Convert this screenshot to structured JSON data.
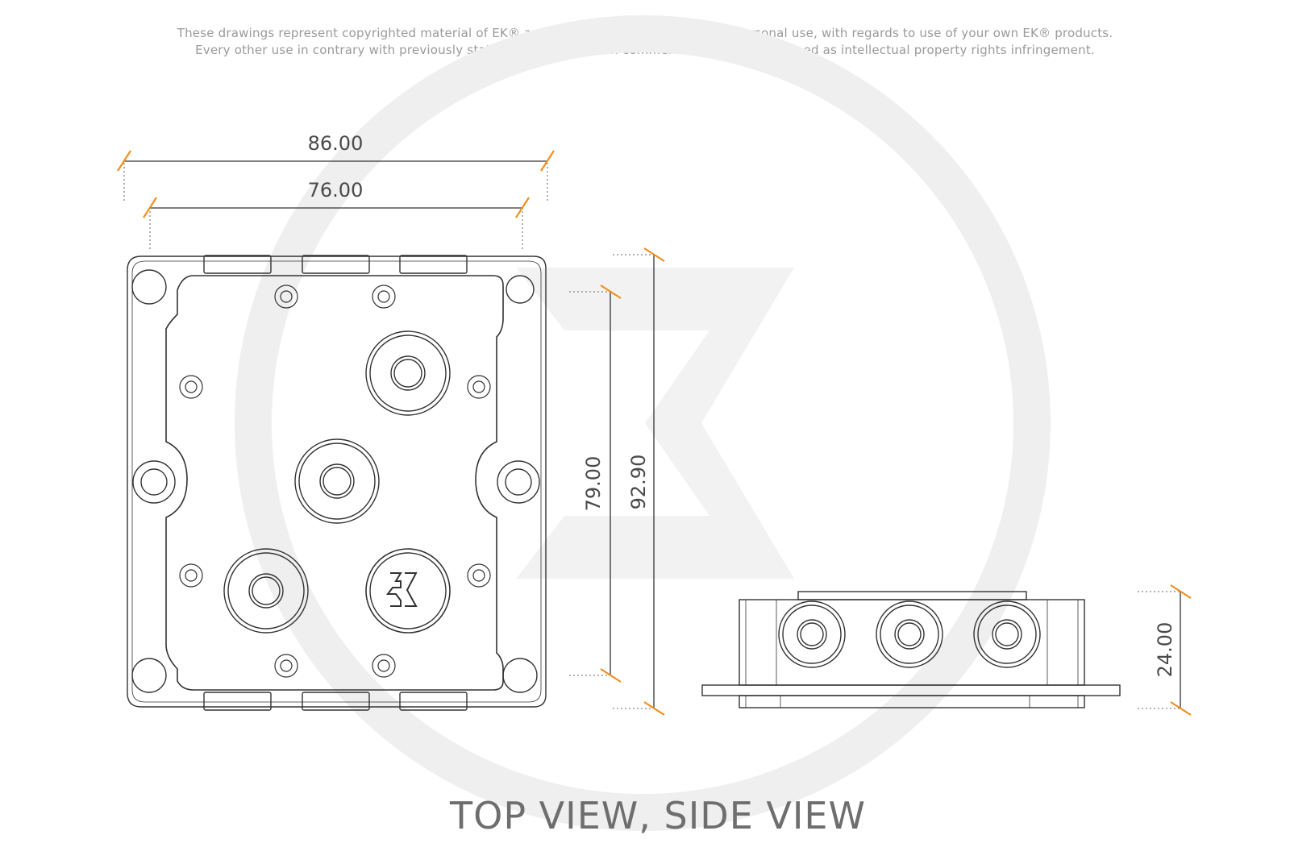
{
  "notice": {
    "line1": "These drawings represent copyrighted material of EK® and they are meant only for your personal use, with regards to use of  your own EK® products.",
    "line2": "Every other use in contrary with previously stated personal and non commercial use will be deemed as intellectual property rights infringement."
  },
  "dimensions": {
    "top_width_outer": "86.00",
    "top_width_inner": "76.00",
    "top_height_inner": "79.00",
    "top_height_outer": "92.90",
    "side_height": "24.00"
  },
  "caption": "TOP VIEW, SIDE VIEW",
  "colors": {
    "dimension_tick": "#f0901e",
    "line": "#333333",
    "watermark": "#eeeeee",
    "text": "#4a4a4a"
  },
  "icons": {
    "watermark": "ek-logo-icon",
    "block_logo": "ek-logo-icon"
  }
}
